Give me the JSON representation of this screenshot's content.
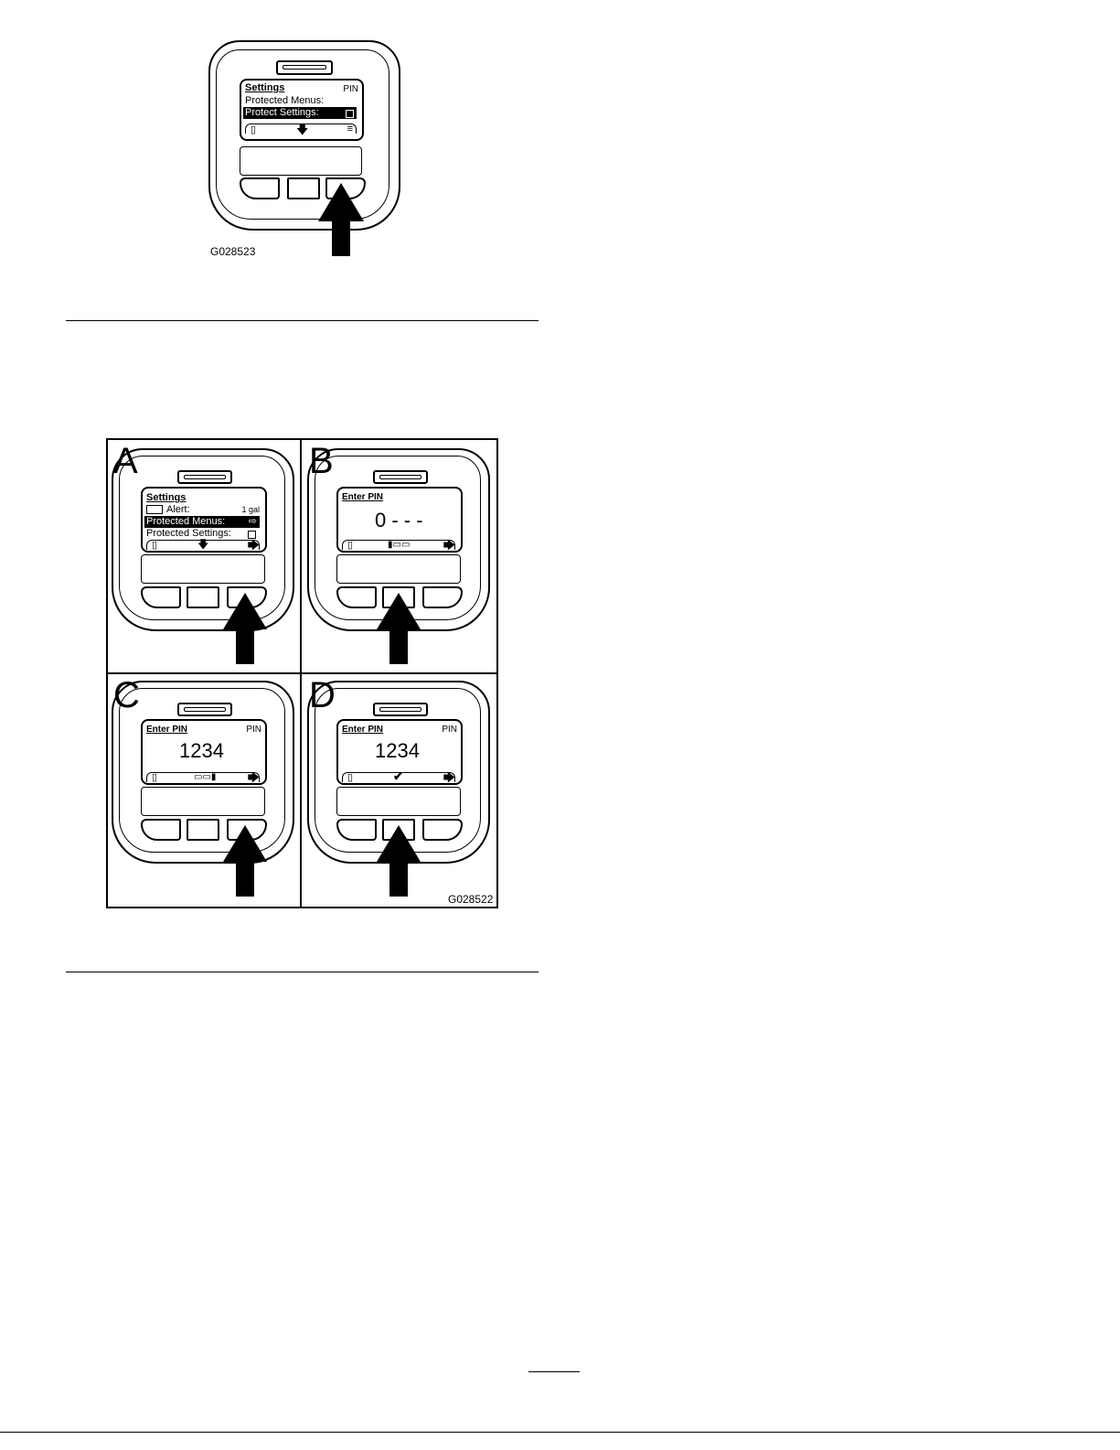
{
  "figure_top": {
    "code": "G028523",
    "screen": {
      "title": "Settings",
      "pin": "PIN",
      "rows": [
        "Protected Menus:",
        "Protect Settings:"
      ]
    }
  },
  "figure_grid": {
    "code": "G028522",
    "panels": {
      "a": {
        "letter": "A",
        "title": "Settings",
        "alert_label": "Alert:",
        "alert_value": "1 gal",
        "rows": [
          "Protected Menus:",
          "Protected Settings:"
        ]
      },
      "b": {
        "letter": "B",
        "title": "Enter PIN",
        "pin_value": "0 - - -"
      },
      "c": {
        "letter": "C",
        "title": "Enter PIN",
        "pin": "PIN",
        "pin_value": "1234"
      },
      "d": {
        "letter": "D",
        "title": "Enter PIN",
        "pin": "PIN",
        "pin_value": "1234"
      }
    }
  },
  "icons": {
    "exit": "exit-icon",
    "down": "down-arrow-icon",
    "menu": "menu-icon",
    "right": "right-arrow-icon",
    "hollow_right": "hollow-right-arrow-icon",
    "cursor": "digit-cursor-icon",
    "check": "checkmark-icon",
    "checkbox": "checkbox-icon",
    "press": "press-arrow-icon"
  }
}
